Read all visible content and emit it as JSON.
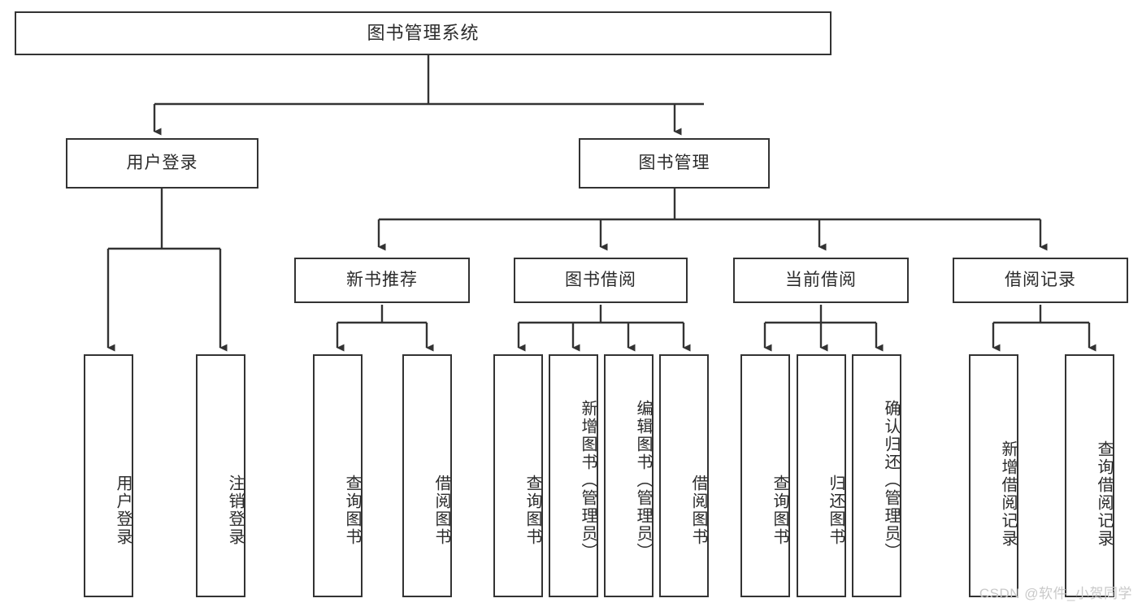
{
  "diagram": {
    "title": "图书管理系统",
    "type": "tree-hierarchy",
    "orientation": "top-down",
    "colors": {
      "border": "#333333",
      "background": "#ffffff",
      "text": "#2b2b2b",
      "watermark": "#c9c9c9"
    },
    "root": {
      "id": "root",
      "label": "图书管理系统"
    },
    "level2": [
      {
        "id": "user-login",
        "label": "用户登录"
      },
      {
        "id": "book-manage",
        "label": "图书管理"
      }
    ],
    "level3": [
      {
        "id": "new-book-recommend",
        "label": "新书推荐",
        "parent": "book-manage"
      },
      {
        "id": "book-borrow",
        "label": "图书借阅",
        "parent": "book-manage"
      },
      {
        "id": "current-borrow",
        "label": "当前借阅",
        "parent": "book-manage"
      },
      {
        "id": "borrow-record",
        "label": "借阅记录",
        "parent": "book-manage"
      }
    ],
    "leaves": [
      {
        "id": "leaf-user-login",
        "label": "用户登录",
        "parent": "user-login"
      },
      {
        "id": "leaf-logout-login",
        "label": "注销登录",
        "parent": "user-login"
      },
      {
        "id": "leaf-query-book-1",
        "label": "查询图书",
        "parent": "new-book-recommend"
      },
      {
        "id": "leaf-borrow-book-1",
        "label": "借阅图书",
        "parent": "new-book-recommend"
      },
      {
        "id": "leaf-query-book-2",
        "label": "查询图书",
        "parent": "book-borrow"
      },
      {
        "id": "leaf-add-book",
        "label": "新增图书（管理员）",
        "parent": "book-borrow"
      },
      {
        "id": "leaf-edit-book",
        "label": "编辑图书（管理员）",
        "parent": "book-borrow"
      },
      {
        "id": "leaf-borrow-book-2",
        "label": "借阅图书",
        "parent": "book-borrow"
      },
      {
        "id": "leaf-query-book-3",
        "label": "查询图书",
        "parent": "current-borrow"
      },
      {
        "id": "leaf-return-book",
        "label": "归还图书",
        "parent": "current-borrow"
      },
      {
        "id": "leaf-confirm-return",
        "label": "确认归还（管理员）",
        "parent": "current-borrow"
      },
      {
        "id": "leaf-add-record",
        "label": "新增借阅记录",
        "parent": "borrow-record"
      },
      {
        "id": "leaf-query-record",
        "label": "查询借阅记录",
        "parent": "borrow-record"
      }
    ],
    "watermark": "CSDN @软件_小贺同学"
  }
}
